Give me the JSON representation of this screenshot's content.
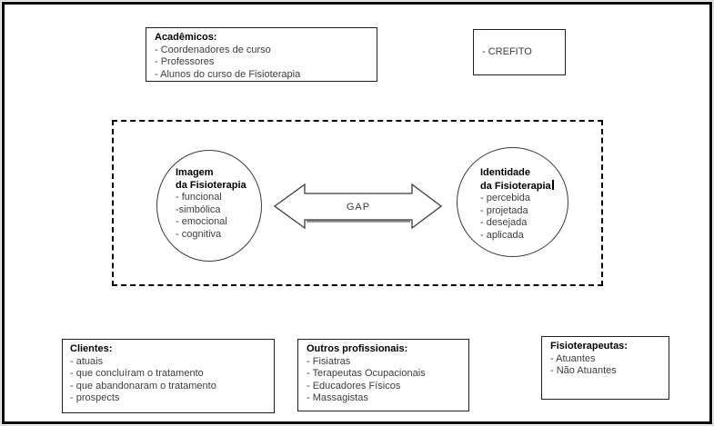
{
  "academicos": {
    "title": "Acadêmicos:",
    "items": [
      "- Coordenadores de curso",
      "- Professores",
      "- Alunos do curso de Fisioterapia"
    ]
  },
  "crefito": {
    "label": "- CREFITO"
  },
  "gap_model": {
    "arrow_label": "GAP",
    "imagem": {
      "title_line1": "Imagem",
      "title_line2": "da Fisioterapia",
      "items": [
        "- funcional",
        "-simbólica",
        "- emocional",
        "- cognitiva"
      ]
    },
    "identidade": {
      "title_line1": "Identidade",
      "title_line2": "da Fisioterapia",
      "items": [
        "- percebida",
        "- projetada",
        "- desejada",
        "- aplicada"
      ]
    }
  },
  "clientes": {
    "title": "Clientes:",
    "items": [
      "- atuais",
      "- que concluíram o tratamento",
      "- que abandonaram o tratamento",
      "- prospects"
    ]
  },
  "outros_profissionais": {
    "title": "Outros profissionais:",
    "items": [
      "- Fisiatras",
      "- Terapeutas Ocupacionais",
      "- Educadores Físicos",
      "- Massagistas"
    ]
  },
  "fisioterapeutas": {
    "title": "Fisioterapeutas:",
    "items": [
      "- Atuantes",
      "- Não Atuantes"
    ]
  },
  "colors": {
    "frame_border": "#000000",
    "box_border": "#1f1f1f",
    "heading_text": "#000000",
    "body_text": "#3d3d3d",
    "background": "#ffffff"
  }
}
